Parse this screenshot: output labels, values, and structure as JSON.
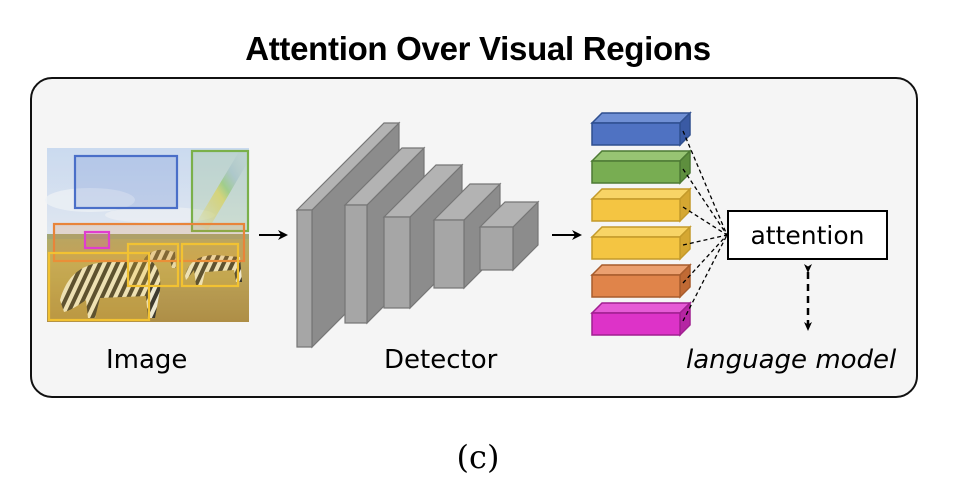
{
  "title": "Attention Over Visual Regions",
  "caption": "(c)",
  "labels": {
    "image": "Image",
    "detector": "Detector",
    "attention": "attention",
    "language_model": "language model"
  },
  "image_panel": {
    "description": "zebra savanna photo with rainbow",
    "region_boxes": [
      {
        "name": "sky-region",
        "color": "#4a6fc8"
      },
      {
        "name": "rainbow-region",
        "color": "#7ab04a"
      },
      {
        "name": "horizon-region",
        "color": "#e8843a"
      },
      {
        "name": "distant-animals-region",
        "color": "#e03ccf"
      },
      {
        "name": "zebra-left-region",
        "color": "#f2c232"
      },
      {
        "name": "zebra-middle-region",
        "color": "#f2c232"
      },
      {
        "name": "zebra-right-region",
        "color": "#f2c232"
      }
    ]
  },
  "detector": {
    "layers": 5,
    "color": "#a6a6a6"
  },
  "region_features": [
    {
      "name": "blue",
      "front": "#4f72c2",
      "top": "#6f8fd4",
      "side": "#3a5aa4",
      "edge": "#2f4f8f"
    },
    {
      "name": "green",
      "front": "#78ad52",
      "top": "#97c473",
      "side": "#5e8f3e",
      "edge": "#4d7a34"
    },
    {
      "name": "yellow",
      "front": "#f4c542",
      "top": "#f8d466",
      "side": "#d5a732",
      "edge": "#c49a2a"
    },
    {
      "name": "yellow",
      "front": "#f4c542",
      "top": "#f8d466",
      "side": "#d5a732",
      "edge": "#c49a2a"
    },
    {
      "name": "orange",
      "front": "#e0844a",
      "top": "#eba070",
      "side": "#c06a34",
      "edge": "#a85c2c"
    },
    {
      "name": "magenta",
      "front": "#dd33c8",
      "top": "#e65ad6",
      "side": "#b525a3",
      "edge": "#a01f90"
    }
  ],
  "colors": {
    "panel_bg": "#f5f5f5",
    "panel_border": "#111111",
    "arrow": "#000000"
  }
}
